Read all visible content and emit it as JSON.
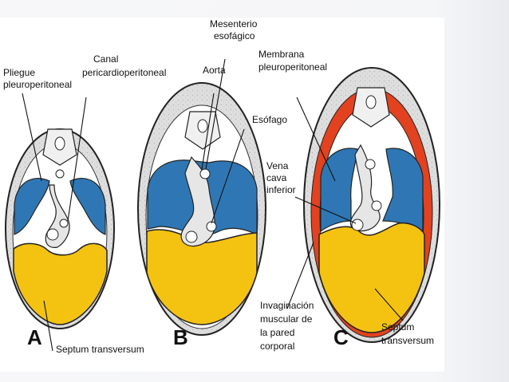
{
  "figure": {
    "panels": [
      {
        "letter": "A"
      },
      {
        "letter": "B"
      },
      {
        "letter": "C"
      }
    ],
    "labels": {
      "pliegue_1": "Pliegue",
      "pliegue_2": "pleuroperitoneal",
      "canal_1": "Canal",
      "canal_2": "pericardioperitoneal",
      "septum_a": "Septum transversum",
      "mesenterio_1": "Mesenterio",
      "mesenterio_2": "esofágico",
      "aorta": "Aorta",
      "esofago": "Esófago",
      "membrana_1": "Membrana",
      "membrana_2": "pleuroperitoneal",
      "vena_1": "Vena",
      "vena_2": "cava",
      "vena_3": "inferior",
      "invag_1": "Invaginación",
      "invag_2": "muscular de",
      "invag_3": "la pared",
      "invag_4": "corporal",
      "septum_c_1": "Septum",
      "septum_c_2": "transversum"
    },
    "colors": {
      "pleural_cavity": "#2f77b4",
      "septum_transversum": "#f4c312",
      "muscular_ingrowth": "#e2421f",
      "body_wall": "#dcdcdc",
      "mesentery": "#e6e6e6",
      "outline": "#222222"
    }
  }
}
